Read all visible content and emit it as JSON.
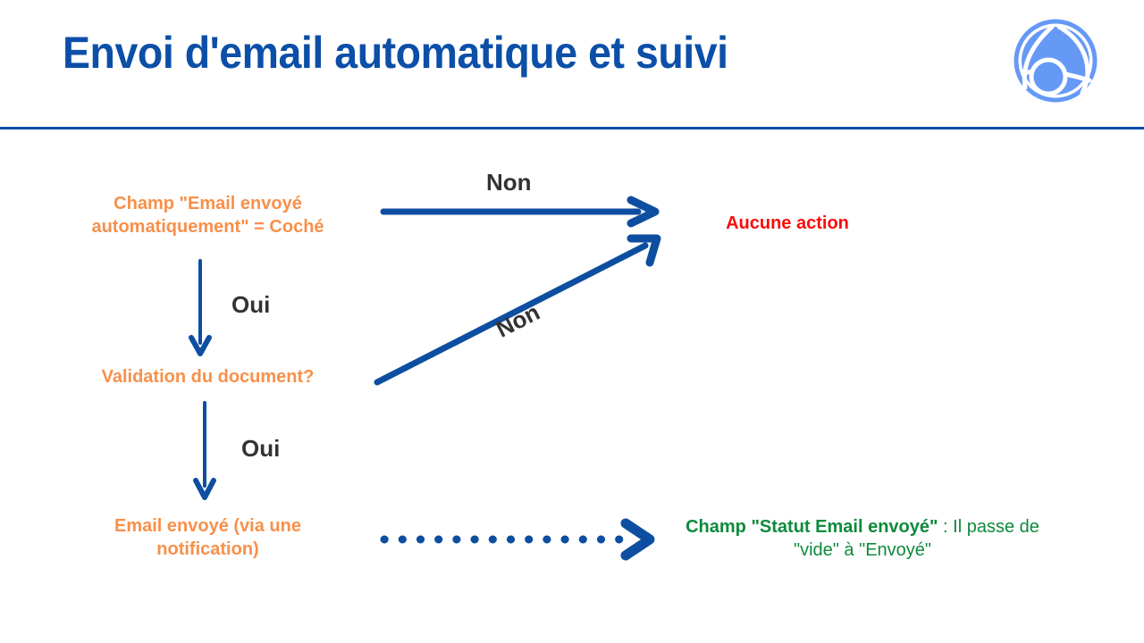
{
  "header": {
    "title": "Envoi d'email automatique et suivi",
    "rule_color": "#0b4fa8",
    "title_color": "#0b4fa8",
    "logo_name": "company-logo"
  },
  "colors": {
    "orange": "#f7904a",
    "red": "#fb0b0b",
    "green": "#0e8a3c",
    "blue": "#0d4ea0",
    "label_gray": "#333333"
  },
  "flow": {
    "nodes": [
      {
        "id": "condition-email-auto",
        "text": "Champ \"Email envoyé automatiquement\" = Coché",
        "color": "#f7904a"
      },
      {
        "id": "condition-validation",
        "text": "Validation du document?",
        "color": "#f7904a"
      },
      {
        "id": "action-email-envoye",
        "text": "Email envoyé (via une notification)",
        "color": "#f7904a"
      },
      {
        "id": "outcome-aucune-action",
        "text": "Aucune action",
        "color": "#fb0b0b"
      }
    ],
    "outcome_statut": {
      "bold": "Champ \"Statut Email envoyé\"",
      "rest": " : Il passe de \"vide\" à \"Envoyé\"",
      "color": "#0e8a3c"
    },
    "edges": [
      {
        "id": "edge-non-1",
        "label": "Non",
        "style": "solid",
        "direction": "right"
      },
      {
        "id": "edge-oui-1",
        "label": "Oui",
        "style": "solid",
        "direction": "down"
      },
      {
        "id": "edge-non-2",
        "label": "Non",
        "style": "solid",
        "direction": "diagonal-up-right"
      },
      {
        "id": "edge-oui-2",
        "label": "Oui",
        "style": "solid",
        "direction": "down"
      },
      {
        "id": "edge-result",
        "label": "",
        "style": "dotted",
        "direction": "right"
      }
    ]
  }
}
